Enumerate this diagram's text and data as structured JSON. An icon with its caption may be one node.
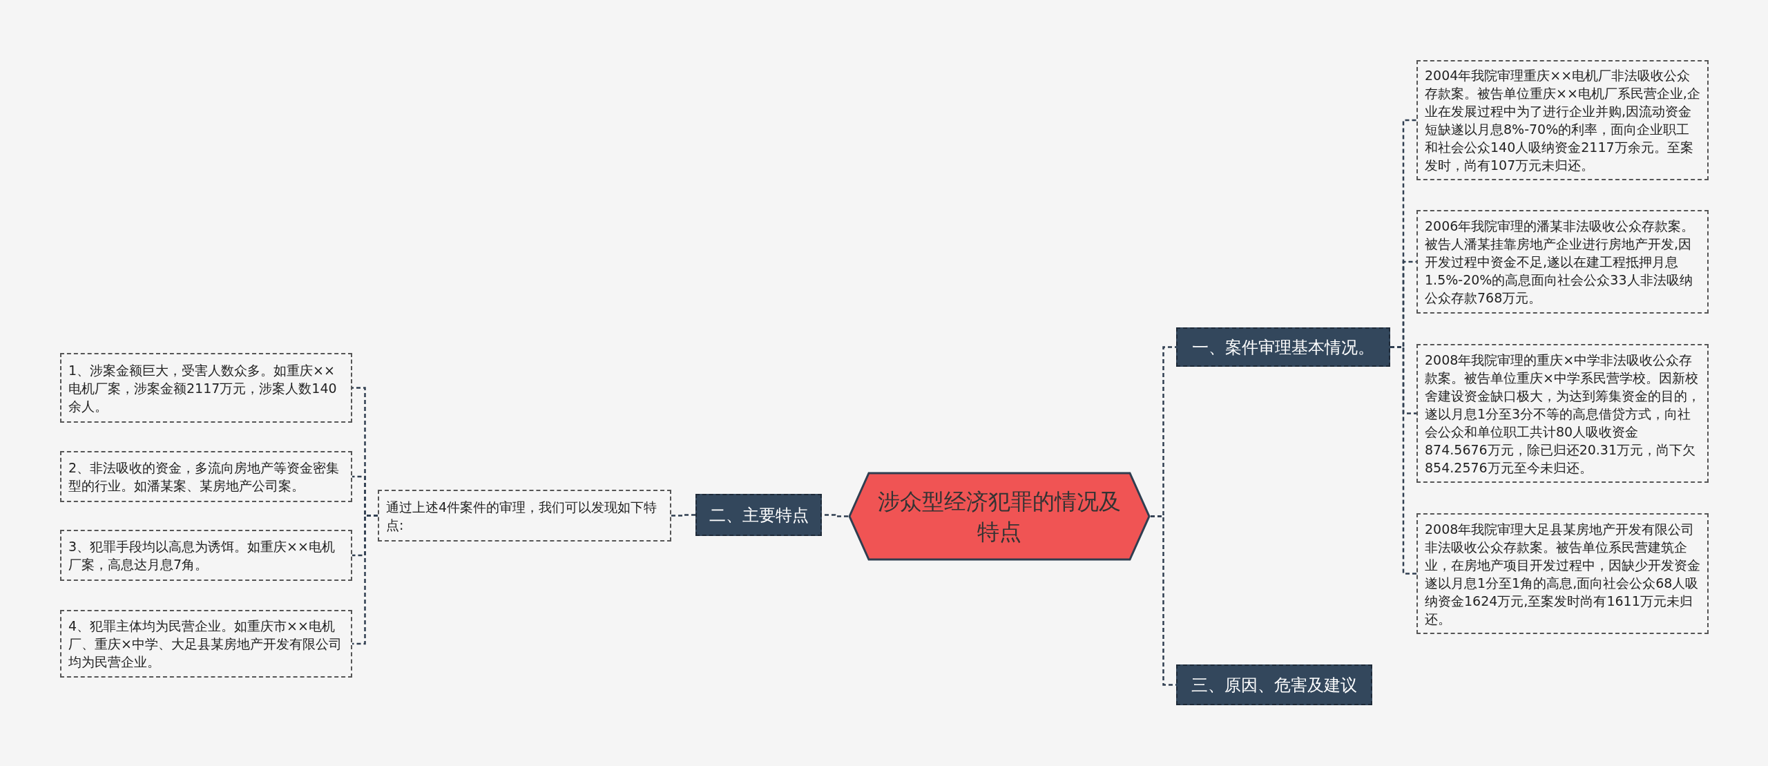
{
  "diagram": {
    "nodes": [
      {
        "text": [
          "涉众型经济犯罪的情况及特点"
        ]
      },
      {
        "text": [
          "一、案件审理基本情况。"
        ]
      },
      {
        "text": [
          "2004年我院审理重庆××电机厂非法吸收公众存款案。被告单位重庆××电机厂系民营企业,企业在发展过程中为了进行企业并购,因流动资金短缺遂以月息8%-70%的利率，面向企业职工和社会公众140人吸纳资金2117万余元。至案发时，尚有107万元未归还。"
        ]
      },
      {
        "text": [
          "2006年我院审理的潘某非法吸收公众存款案。被告人潘某挂靠房地产企业进行房地产开发,因开发过程中资金不足,遂以在建工程抵押月息1.5%-20%的高息面向社会公众33人非法吸纳公众存款768万元。"
        ]
      },
      {
        "text": [
          "2008年我院审理的重庆×中学非法吸收公众存款案。被告单位重庆×中学系民营学校。因新校舍建设资金缺口极大，为达到筹集资金的目的，遂以月息1分至3分不等的高息借贷方式，向社会公众和单位职工共计80人吸收资金874.5676万元，除已归还20.31万元，尚下欠854.2576万元至今未归还。"
        ]
      },
      {
        "text": [
          "2008年我院审理大足县某房地产开发有限公司非法吸收公众存款案。被告单位系民营建筑企业，在房地产项目开发过程中，因缺少开发资金遂以月息1分至1角的高息,面向社会公众68人吸纳资金1624万元,至案发时尚有1611万元未归还。"
        ]
      },
      {
        "text": [
          "二、主要特点"
        ]
      },
      {
        "text": [
          "通过上述4件案件的审理，我们可以发现如下特点:"
        ]
      },
      {
        "text": [
          "1、涉案金额巨大，受害人数众多。如重庆××电机厂案，涉案金额2117万元，涉案人数140余人。"
        ]
      },
      {
        "text": [
          "2、非法吸收的资金，多流向房地产等资金密集型的行业。如潘某案、某房地产公司案。"
        ]
      },
      {
        "text": [
          "3、犯罪手段均以高息为诱饵。如重庆××电机厂案，高息达月息7角。"
        ]
      },
      {
        "text": [
          "4、犯罪主体均为民营企业。如重庆市××电机厂、重庆×中学、大足县某房地产开发有限公司均为民营企业。"
        ]
      },
      {
        "text": [
          "三、原因、危害及建议"
        ]
      }
    ],
    "edges": [
      {
        "from": 0,
        "to": 1,
        "arrow": "none"
      },
      {
        "from": 0,
        "to": 6,
        "arrow": "none"
      },
      {
        "from": 0,
        "to": 12,
        "arrow": "none"
      },
      {
        "from": 1,
        "to": 2,
        "arrow": "none"
      },
      {
        "from": 1,
        "to": 3,
        "arrow": "none"
      },
      {
        "from": 1,
        "to": 4,
        "arrow": "none"
      },
      {
        "from": 1,
        "to": 5,
        "arrow": "none"
      },
      {
        "from": 6,
        "to": 7,
        "arrow": "none"
      },
      {
        "from": 7,
        "to": 8,
        "arrow": "none"
      },
      {
        "from": 7,
        "to": 9,
        "arrow": "none"
      },
      {
        "from": 7,
        "to": 10,
        "arrow": "none"
      },
      {
        "from": 7,
        "to": 11,
        "arrow": "none"
      }
    ]
  }
}
